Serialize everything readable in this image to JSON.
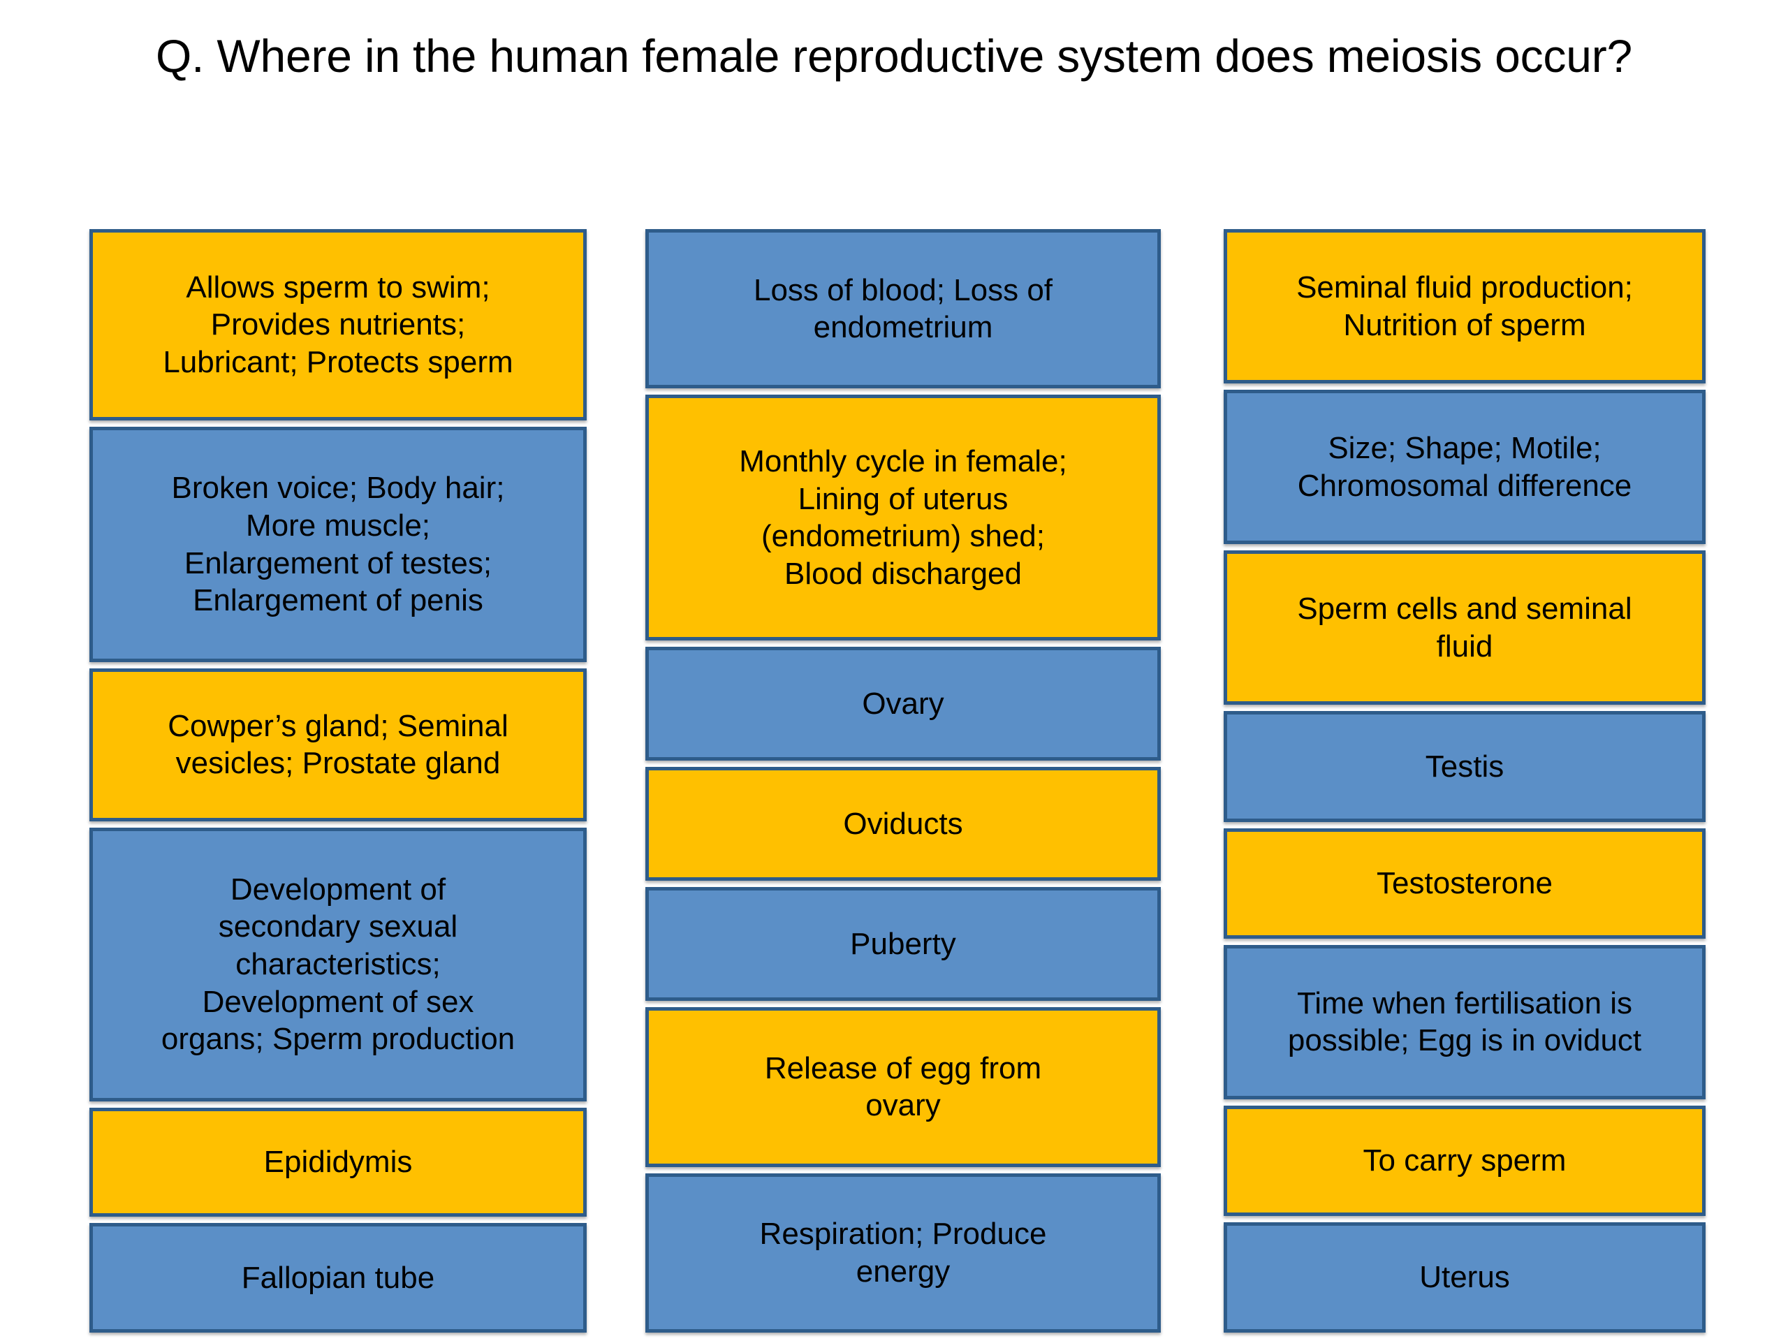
{
  "slide": {
    "background_color": "#ffffff",
    "title": "Q. Where in the human female reproductive system does meiosis occur?"
  },
  "theme": {
    "yellow_fill": "#ffc000",
    "blue_fill": "#5b8fc7",
    "border_color": "#2e5c8a",
    "text_color": "#000000"
  },
  "columns": [
    {
      "name": "column-1",
      "cards": [
        {
          "text": "Allows sperm to swim;\nProvides nutrients;\nLubricant; Protects sperm",
          "color": "yellow",
          "lines": 3
        },
        {
          "text": "Broken voice; Body hair;\nMore muscle;\nEnlargement of testes;\nEnlargement of penis",
          "color": "blue",
          "lines": 4
        },
        {
          "text": "Cowper’s gland; Seminal\nvesicles; Prostate gland",
          "color": "yellow",
          "lines": 2
        },
        {
          "text": "Development of\nsecondary sexual\ncharacteristics;\nDevelopment of sex\norgans; Sperm production",
          "color": "blue",
          "lines": 5
        },
        {
          "text": "Epididymis",
          "color": "yellow",
          "lines": 1
        },
        {
          "text": "Fallopian tube",
          "color": "blue",
          "lines": 1
        }
      ]
    },
    {
      "name": "column-2",
      "cards": [
        {
          "text": "Loss of blood; Loss of\nendometrium",
          "color": "blue",
          "lines": 2
        },
        {
          "text": "Monthly cycle in female;\nLining of uterus\n(endometrium) shed;\nBlood discharged",
          "color": "yellow",
          "lines": 4
        },
        {
          "text": "Ovary",
          "color": "blue",
          "lines": 1
        },
        {
          "text": "Oviducts",
          "color": "yellow",
          "lines": 1
        },
        {
          "text": "Puberty",
          "color": "blue",
          "lines": 1
        },
        {
          "text": "Release of egg from\novary",
          "color": "yellow",
          "lines": 2
        },
        {
          "text": "Respiration; Produce\nenergy",
          "color": "blue",
          "lines": 2
        }
      ]
    },
    {
      "name": "column-3",
      "cards": [
        {
          "text": "Seminal fluid production;\nNutrition of sperm",
          "color": "yellow",
          "lines": 2
        },
        {
          "text": "Size; Shape; Motile;\nChromosomal difference",
          "color": "blue",
          "lines": 2
        },
        {
          "text": "Sperm cells and seminal\nfluid",
          "color": "yellow",
          "lines": 2
        },
        {
          "text": "Testis",
          "color": "blue",
          "lines": 1
        },
        {
          "text": "Testosterone",
          "color": "yellow",
          "lines": 1
        },
        {
          "text": "Time when fertilisation is\npossible; Egg is in oviduct",
          "color": "blue",
          "lines": 2
        },
        {
          "text": "To carry sperm",
          "color": "yellow",
          "lines": 1
        },
        {
          "text": "Uterus",
          "color": "blue",
          "lines": 1
        }
      ]
    }
  ]
}
